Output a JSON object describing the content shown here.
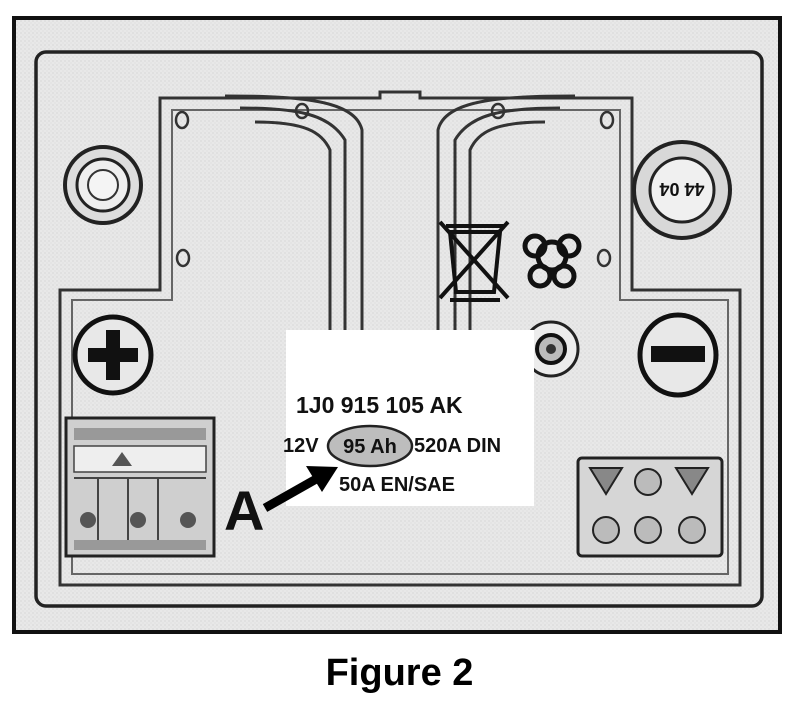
{
  "diagram": {
    "part_number": "1J0 915 105 AK",
    "spec_voltage": "12V",
    "spec_capacity": "95 Ah",
    "spec_din": "520A DIN",
    "spec_en": "50A EN/SAE",
    "pointer_label": "A",
    "cap_number": "44 04",
    "terminal_positive": "+",
    "terminal_negative": "−"
  },
  "caption": "Figure 2",
  "colors": {
    "frame": "#111111",
    "panel": "#e9e9e9",
    "label_bg": "#ffffff",
    "capacity_oval": "#b8b8b8"
  }
}
